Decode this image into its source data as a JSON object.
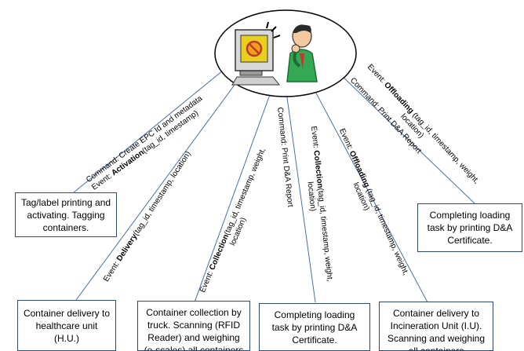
{
  "center": {
    "icon": "person-at-computer-icon"
  },
  "boxes": {
    "tag_printing": "Tag/label printing and activating. Tagging containers.",
    "delivery_healthcare": "Container delivery to healthcare unit (H.U.)",
    "collection_truck": "Container collection by truck. Scanning (RFID Reader) and weighing (e-scales) all containers",
    "completing_loading_bottom": "Completing loading task by printing  D&A Certificate.",
    "delivery_incineration": "Container delivery to Incineration Unit (I.U). Scanning and weighing all containers",
    "completing_loading_right": "Completing loading task by printing  D&A Certificate."
  },
  "labels": {
    "activation": {
      "command": "Command: Create EPC Id and metadata",
      "event_prefix": "Event: ",
      "event_bold": "Activation",
      "event_rest": "(tag_id, timestamp)"
    },
    "delivery": {
      "event_prefix": "Event: ",
      "event_bold": "Delivery",
      "event_rest": "(tag_id, timestamp, location)"
    },
    "collection_left": {
      "event_prefix": "Event: ",
      "event_bold": "Collection",
      "event_rest_1": "(tag_id, timestamp, weight,",
      "event_rest_2": "location)"
    },
    "collection_right": {
      "command": "Command: Print D&A Report",
      "event_prefix": "Event: ",
      "event_bold": "Collection",
      "event_rest_1": "(tag_id, timestamp, weight,",
      "event_rest_2": "location)"
    },
    "offloading_mid": {
      "event_prefix": "Event: ",
      "event_bold": "Offloading",
      "event_rest_1": " (tag_id, timestamp, weight,",
      "event_rest_2": "location)"
    },
    "offloading_right": {
      "command": "Command: Print D&A Report",
      "event_prefix": "Event: ",
      "event_bold": "Offloading",
      "event_rest_1": " (tag_id, timestamp, weight,",
      "event_rest_2": "location)"
    }
  }
}
